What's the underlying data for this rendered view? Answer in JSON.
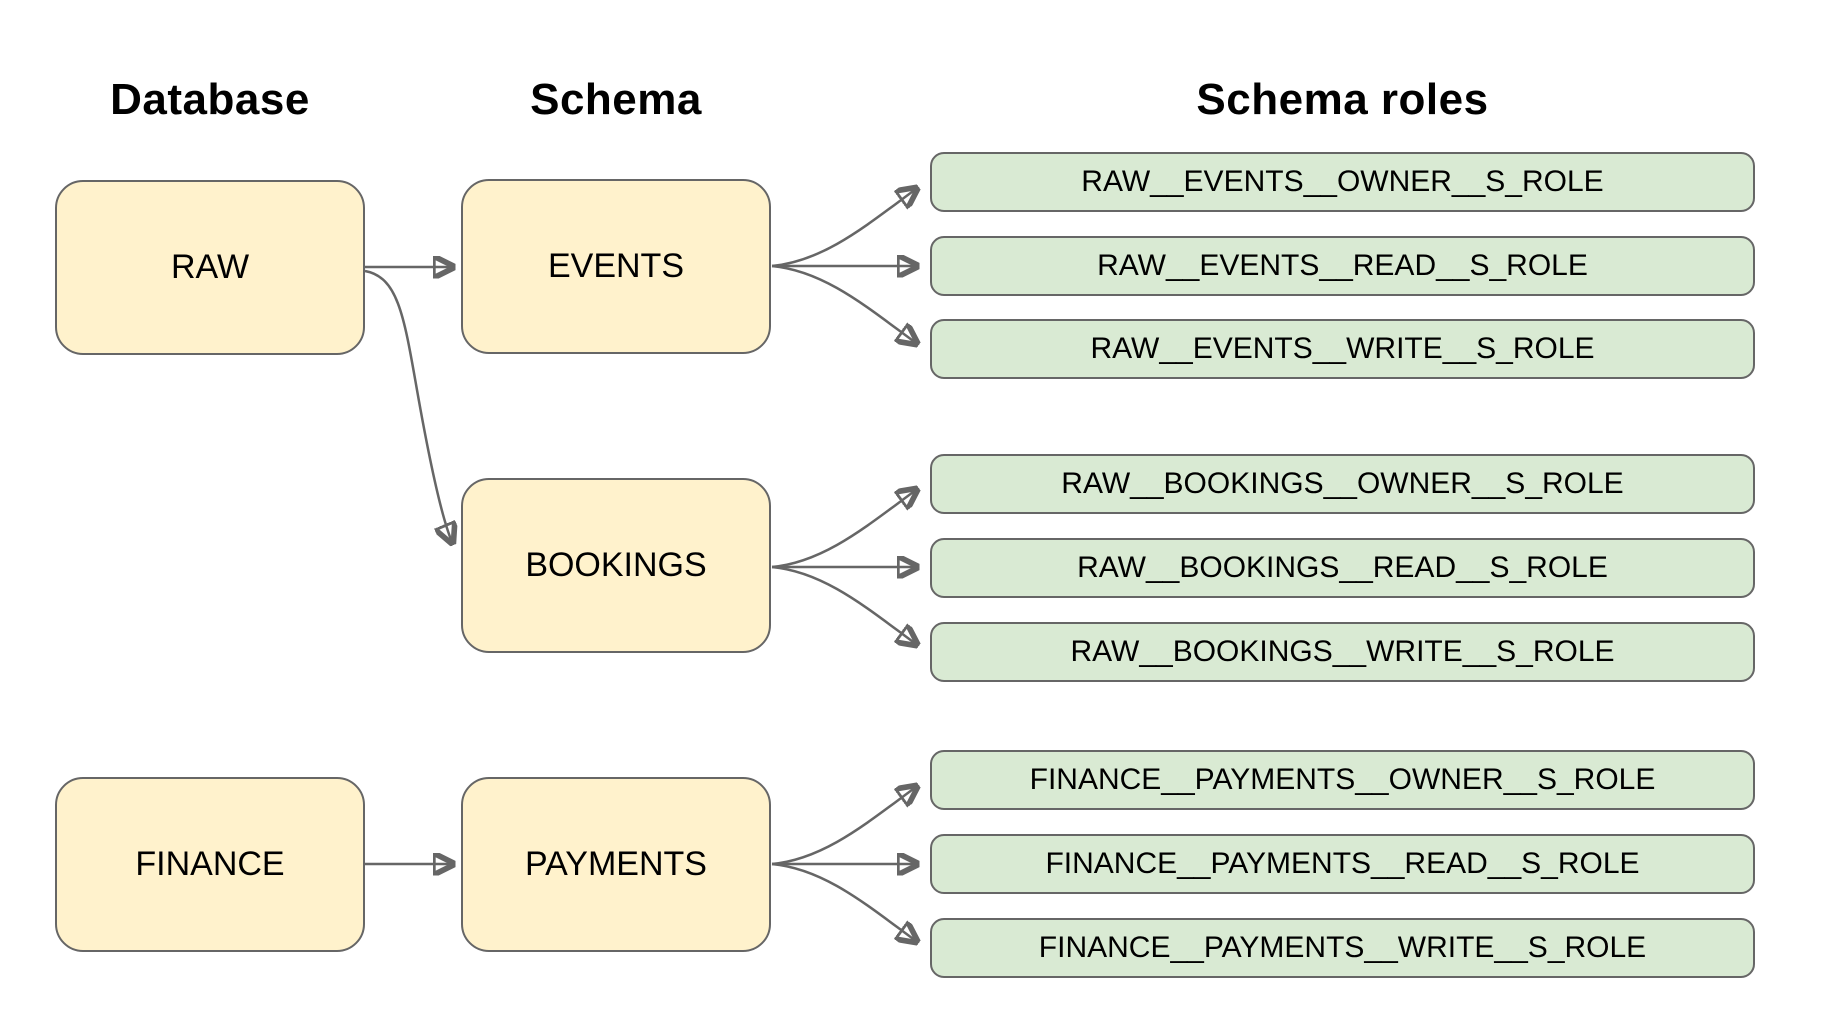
{
  "diagram_type": "database-schema-roles-hierarchy",
  "colors": {
    "database_box_fill": "#FFF2CC",
    "schema_box_fill": "#FFF2CC",
    "role_box_fill": "#D9EAD3",
    "box_border": "#666666",
    "arrow": "#666666",
    "text": "#000000",
    "background": "#FFFFFF"
  },
  "columns": {
    "database": {
      "header": "Database",
      "items": [
        {
          "id": "raw",
          "label": "RAW"
        },
        {
          "id": "finance",
          "label": "FINANCE"
        }
      ]
    },
    "schema": {
      "header": "Schema",
      "items": [
        {
          "id": "events",
          "label": "EVENTS"
        },
        {
          "id": "bookings",
          "label": "BOOKINGS"
        },
        {
          "id": "payments",
          "label": "PAYMENTS"
        }
      ]
    },
    "schema_roles": {
      "header": "Schema roles",
      "groups": [
        {
          "schema": "EVENTS",
          "items": [
            "RAW__EVENTS__OWNER__S_ROLE",
            "RAW__EVENTS__READ__S_ROLE",
            "RAW__EVENTS__WRITE__S_ROLE"
          ]
        },
        {
          "schema": "BOOKINGS",
          "items": [
            "RAW__BOOKINGS__OWNER__S_ROLE",
            "RAW__BOOKINGS__READ__S_ROLE",
            "RAW__BOOKINGS__WRITE__S_ROLE"
          ]
        },
        {
          "schema": "PAYMENTS",
          "items": [
            "FINANCE__PAYMENTS__OWNER__S_ROLE",
            "FINANCE__PAYMENTS__READ__S_ROLE",
            "FINANCE__PAYMENTS__WRITE__S_ROLE"
          ]
        }
      ]
    }
  },
  "edges": [
    {
      "from": "RAW",
      "to": "EVENTS"
    },
    {
      "from": "RAW",
      "to": "BOOKINGS"
    },
    {
      "from": "FINANCE",
      "to": "PAYMENTS"
    },
    {
      "from": "EVENTS",
      "to": "RAW__EVENTS__OWNER__S_ROLE"
    },
    {
      "from": "EVENTS",
      "to": "RAW__EVENTS__READ__S_ROLE"
    },
    {
      "from": "EVENTS",
      "to": "RAW__EVENTS__WRITE__S_ROLE"
    },
    {
      "from": "BOOKINGS",
      "to": "RAW__BOOKINGS__OWNER__S_ROLE"
    },
    {
      "from": "BOOKINGS",
      "to": "RAW__BOOKINGS__READ__S_ROLE"
    },
    {
      "from": "BOOKINGS",
      "to": "RAW__BOOKINGS__WRITE__S_ROLE"
    },
    {
      "from": "PAYMENTS",
      "to": "FINANCE__PAYMENTS__OWNER__S_ROLE"
    },
    {
      "from": "PAYMENTS",
      "to": "FINANCE__PAYMENTS__READ__S_ROLE"
    },
    {
      "from": "PAYMENTS",
      "to": "FINANCE__PAYMENTS__WRITE__S_ROLE"
    }
  ]
}
